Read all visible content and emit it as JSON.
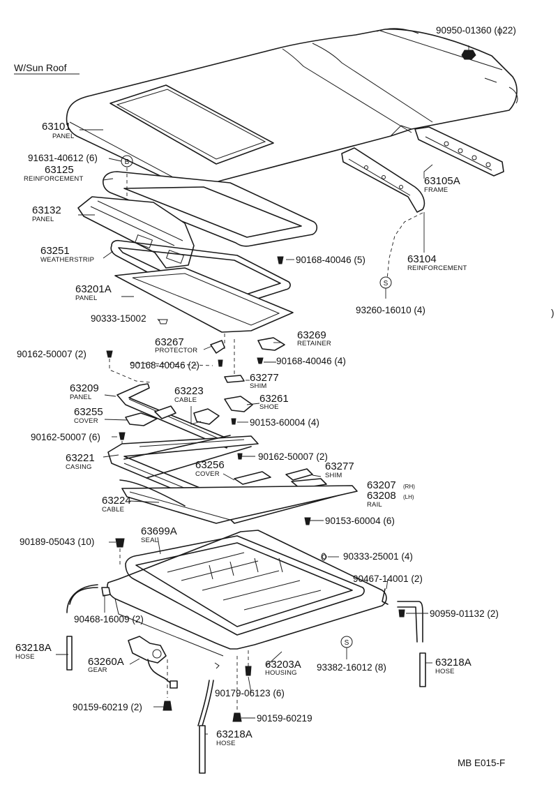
{
  "title": "W/Sun Roof",
  "footer_code": "MB  E015-F",
  "stray_mark": ")",
  "callout_b": "B",
  "callout_s": "S",
  "parts": {
    "p90950": {
      "number": "90950-01360 (ϕ22)"
    },
    "p63101": {
      "number": "63101",
      "name": "PANEL"
    },
    "p91631": {
      "number": "91631-40612 (6)"
    },
    "p63125": {
      "number": "63125",
      "name": "REINFORCEMENT"
    },
    "p63105A": {
      "number": "63105A",
      "name": "FRAME"
    },
    "p63132": {
      "number": "63132",
      "name": "PANEL"
    },
    "p63251": {
      "number": "63251",
      "name": "WEATHERSTRIP"
    },
    "p90168a": {
      "number": "90168-40046 (5)"
    },
    "p63104": {
      "number": "63104",
      "name": "REINFORCEMENT"
    },
    "p63201A": {
      "number": "63201A",
      "name": "PANEL"
    },
    "p90333a": {
      "number": "90333-15002"
    },
    "p93260": {
      "number": "93260-16010 (4)"
    },
    "p63267": {
      "number": "63267",
      "name": "PROTECTOR"
    },
    "p63269": {
      "number": "63269",
      "name": "RETAINER"
    },
    "p90162a": {
      "number": "90162-50007 (2)"
    },
    "p90168b": {
      "number": "90168-40046 (2)"
    },
    "p90168c": {
      "number": "90168-40046 (4)"
    },
    "p63277a": {
      "number": "63277",
      "name": "SHIM"
    },
    "p63209": {
      "number": "63209",
      "name": "PANEL"
    },
    "p63223": {
      "number": "63223",
      "name": "CABLE"
    },
    "p63261": {
      "number": "63261",
      "name": "SHOE"
    },
    "p63255": {
      "number": "63255",
      "name": "COVER"
    },
    "p90153a": {
      "number": "90153-60004 (4)"
    },
    "p90162b": {
      "number": "90162-50007 (6)"
    },
    "p63221": {
      "number": "63221",
      "name": "CASING"
    },
    "p90162c": {
      "number": "90162-50007 (2)"
    },
    "p63256": {
      "number": "63256",
      "name": "COVER"
    },
    "p63277b": {
      "number": "63277",
      "name": "SHIM"
    },
    "p63207": {
      "number": "63207",
      "suffix": "(RH)"
    },
    "p63208": {
      "number": "63208",
      "suffix": "(LH)",
      "name": "RAIL"
    },
    "p63224": {
      "number": "63224",
      "name": "CABLE"
    },
    "p90153b": {
      "number": "90153-60004 (6)"
    },
    "p63699A": {
      "number": "63699A",
      "name": "SEAL"
    },
    "p90189": {
      "number": "90189-05043 (10)"
    },
    "p90333b": {
      "number": "90333-25001 (4)"
    },
    "p90467": {
      "number": "90467-14001 (2)"
    },
    "p90468": {
      "number": "90468-16009 (2)"
    },
    "p90959": {
      "number": "90959-01132 (2)"
    },
    "p63218A_l": {
      "number": "63218A",
      "name": "HOSE"
    },
    "p63260A": {
      "number": "63260A",
      "name": "GEAR"
    },
    "p63203A": {
      "number": "63203A",
      "name": "HOUSING"
    },
    "p93382": {
      "number": "93382-16012 (8)"
    },
    "p63218A_r": {
      "number": "63218A",
      "name": "HOSE"
    },
    "p90179": {
      "number": "90179-06123 (6)"
    },
    "p90159a": {
      "number": "90159-60219 (2)"
    },
    "p90159b": {
      "number": "90159-60219"
    },
    "p63218A_b": {
      "number": "63218A",
      "name": "HOSE"
    }
  }
}
